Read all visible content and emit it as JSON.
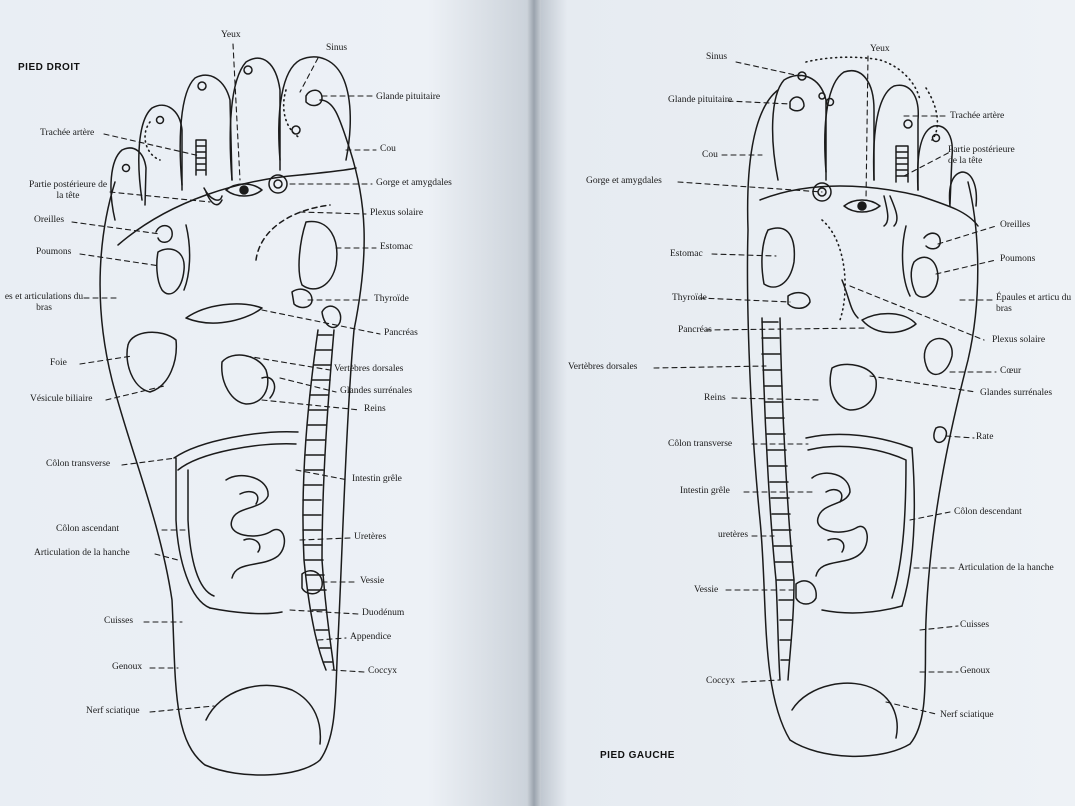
{
  "left_page": {
    "title": "PIED DROIT",
    "labels": {
      "yeux": "Yeux",
      "sinus": "Sinus",
      "glande_pituitaire": "Glande pituitaire",
      "trachee": "Trachée artère",
      "cou": "Cou",
      "partie_posterieure": "Partie postérieure de la tête",
      "gorge": "Gorge et amygdales",
      "oreilles": "Oreilles",
      "plexus": "Plexus solaire",
      "poumons": "Poumons",
      "estomac": "Estomac",
      "epaules": "es et articulations du bras",
      "thyroide": "Thyroïde",
      "pancreas": "Pancréas",
      "foie": "Foie",
      "vertebres": "Vertèbres dorsales",
      "glandes_surrenales": "Glandes surrénales",
      "vesicule": "Vésicule biliaire",
      "reins": "Reins",
      "colon_transverse": "Côlon transverse",
      "intestin": "Intestin grêle",
      "colon_ascendant": "Côlon ascendant",
      "ureteres": "Uretères",
      "hanche": "Articulation de la hanche",
      "vessie": "Vessie",
      "duodenum": "Duodénum",
      "cuisses": "Cuisses",
      "appendice": "Appendice",
      "genoux": "Genoux",
      "coccyx": "Coccyx",
      "nerf": "Nerf sciatique"
    }
  },
  "right_page": {
    "title": "PIED GAUCHE",
    "labels": {
      "yeux": "Yeux",
      "sinus": "Sinus",
      "glande_pituitaire": "Glande pituitaire",
      "trachee": "Trachée artère",
      "partie_posterieure": "Partie postérieure de la tête",
      "cou": "Cou",
      "gorge": "Gorge et amygdales",
      "oreilles": "Oreilles",
      "estomac": "Estomac",
      "poumons": "Poumons",
      "thyroide": "Thyroïde",
      "epaules": "Épaules et articu du bras",
      "pancreas": "Pancréas",
      "plexus": "Plexus solaire",
      "vertebres": "Vertèbres dorsales",
      "coeur": "Cœur",
      "glandes_surrenales": "Glandes surrénales",
      "reins": "Reins",
      "rate": "Rate",
      "colon_transverse": "Côlon transverse",
      "intestin": "Intestin grêle",
      "colon_descendant": "Côlon descendant",
      "ureteres": "uretères",
      "hanche": "Articulation de la hanche",
      "vessie": "Vessie",
      "cuisses": "Cuisses",
      "genoux": "Genoux",
      "coccyx": "Coccyx",
      "nerf": "Nerf sciatique"
    }
  }
}
